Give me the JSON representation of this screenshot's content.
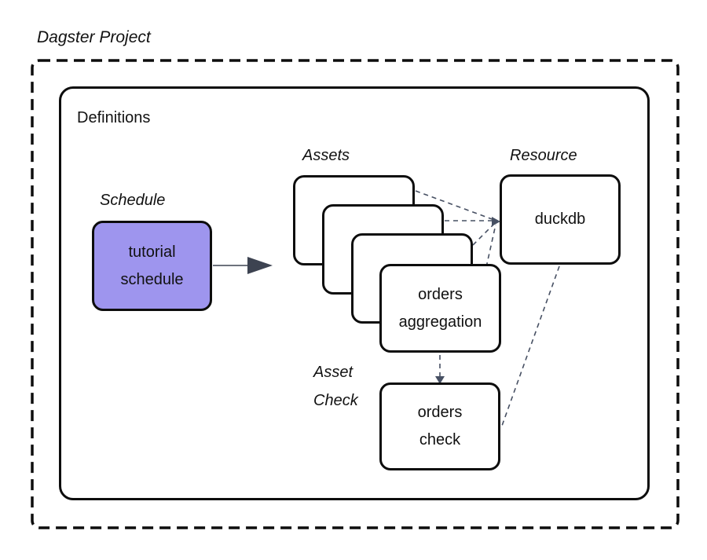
{
  "title": "Dagster Project",
  "definitions": {
    "label": "Definitions"
  },
  "schedule": {
    "label": "Schedule",
    "node": {
      "line1": "tutorial",
      "line2": "schedule"
    }
  },
  "assets": {
    "label": "Assets",
    "stack_count": 4,
    "node": {
      "line1": "orders",
      "line2": "aggregation"
    }
  },
  "resource": {
    "label": "Resource",
    "node": {
      "label": "duckdb"
    }
  },
  "asset_check": {
    "label": {
      "line1": "Asset",
      "line2": "Check"
    },
    "node": {
      "line1": "orders",
      "line2": "check"
    }
  },
  "colors": {
    "schedule_fill": "#9e95ee",
    "node_border": "#0d0d0d",
    "connector_dashed": "#475063",
    "arrow_solid": "#3d4351",
    "background": "#ffffff"
  }
}
